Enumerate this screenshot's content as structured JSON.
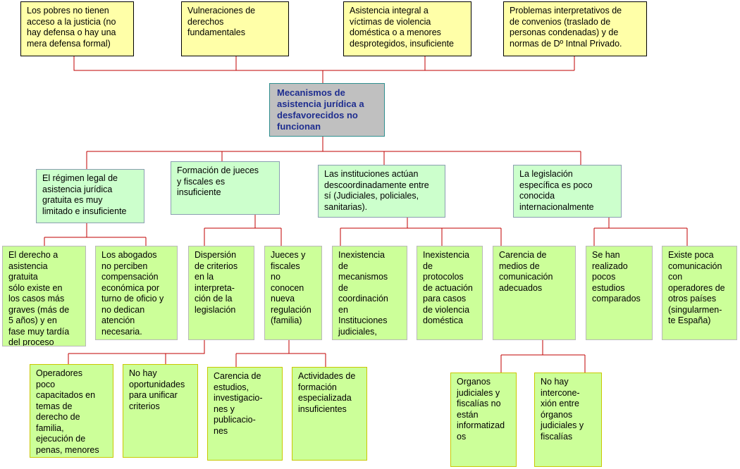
{
  "diagram": {
    "center": "Mecanismos de\nasistencia jurídica a\ndesfavorecidos no\nfuncionan",
    "causes": [
      "Los pobres no tienen\nacceso a la justicia (no\nhay defensa o hay una\nmera defensa formal)",
      "Vulneraciones de\nderechos\nfundamentales",
      "Asistencia integral a\nvíctimas de violencia\ndoméstica o a menores\ndesprotegidos, insuficiente",
      "Problemas interpretativos de\nde convenios (traslado de\npersonas condenadas) y de\nnormas de Dº Intnal Privado."
    ],
    "branches": [
      {
        "label": "El régimen legal de\nasistencia jurídica\ngratuita es muy\nlimitado e insuficiente",
        "children": [
          "El derecho a\nasistencia\ngratuita\nsólo existe en\nlos casos más\ngraves (más de\n5 años) y en\nfase muy tardía\ndel proceso",
          "Los abogados\nno perciben\ncompensación\neconómica por\nturno de oficio y\nno dedican\natención\nnecesaria."
        ]
      },
      {
        "label": "Formación de jueces\ny fiscales es\ninsuficiente",
        "children": [
          "Dispersión\nde criterios\nen la\ninterpreta-\nción de la\nlegislación",
          "Jueces y\nfiscales\nno\nconocen\nnueva\nregulación\n(familia)"
        ],
        "grandchildren_a": [
          "Operadores\npoco\ncapacitados en\ntemas de\nderecho de\nfamilia,\nejecución de\npenas, menores",
          "No hay\noportunidades\npara unificar\ncriterios"
        ],
        "grandchildren_b": [
          "Carencia de\nestudios,\ninvestigacio-\nnes y\npublicacio-\nnes",
          "Actividades de\nformación\nespecializada\ninsuficientes"
        ]
      },
      {
        "label": "Las instituciones actúan\ndescoordinadamente entre\nsí (Judiciales, policiales,\nsanitarias).",
        "children": [
          "Inexistencia\nde\nmecanismos\nde\ncoordinación\nen\nInstituciones\njudiciales,",
          "Inexistencia\nde\nprotocolos\nde actuación\npara casos\nde violencia\ndoméstica",
          "Carencia de\nmedios de\ncomunicación\nadecuados"
        ],
        "grandchildren": [
          "Organos\njudiciales y\nfiscalías no\nestán\ninformatizad\nos",
          "No hay\ninterconе-\nxión entre\nórganos\njudiciales y\nfiscalías"
        ]
      },
      {
        "label": "La legislación\nespecífica es poco\nconocida\ninternacionalmente",
        "children": [
          "Se han\nrealizado\npocos\nestudios\ncomparados",
          "Existe poca\ncomunicación\ncon\noperadores de\notros países\n(singularmen-\nte España)"
        ]
      }
    ],
    "colors": {
      "connector": "#c00000",
      "cause_fill": "#ffffa8",
      "center_fill": "#c0c0c0",
      "center_text": "#1e2d8f",
      "branch_fill": "#ccffcc",
      "leaf_fill": "#ccff99"
    }
  }
}
